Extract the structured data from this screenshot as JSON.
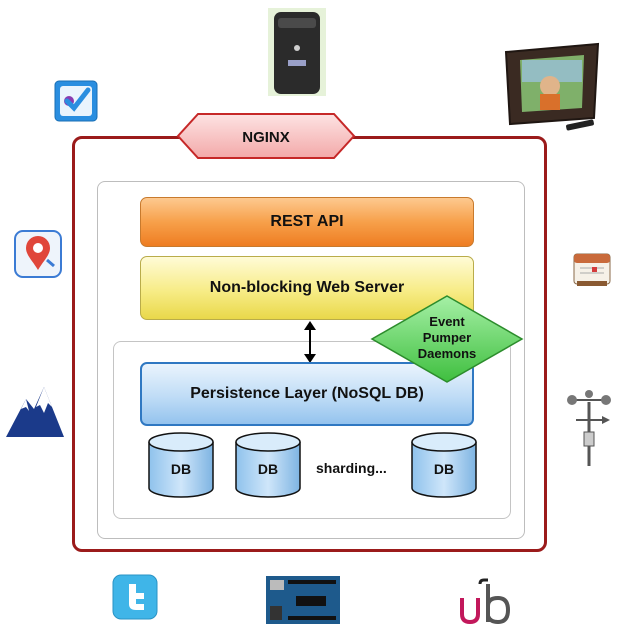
{
  "nginx": {
    "label": "NGINX"
  },
  "layers": {
    "rest_api": "REST API",
    "web_server": "Non-blocking Web Server",
    "persistence": "Persistence Layer (NoSQL DB)"
  },
  "event_diamond": {
    "line1": "Event",
    "line2": "Pumper",
    "line3": "Daemons"
  },
  "databases": [
    {
      "label": "DB"
    },
    {
      "label": "DB"
    },
    {
      "label": "DB"
    }
  ],
  "sharding_label": "sharding...",
  "colors": {
    "outer_border": "#9b1b1b",
    "rest_api": "#f7a04a",
    "web_server": "#f7ec86",
    "persistence": "#bfdcf6",
    "event_diamond": "#5fd35f",
    "database": "#a8d0f0"
  },
  "icons": [
    "foursquare-icon",
    "sun-device-icon",
    "digital-photo-frame-icon",
    "google-maps-icon",
    "calendar-icon",
    "mountain-icon",
    "weather-anemometer-icon",
    "twitter-icon",
    "arduino-board-icon",
    "ub-logo-icon"
  ]
}
